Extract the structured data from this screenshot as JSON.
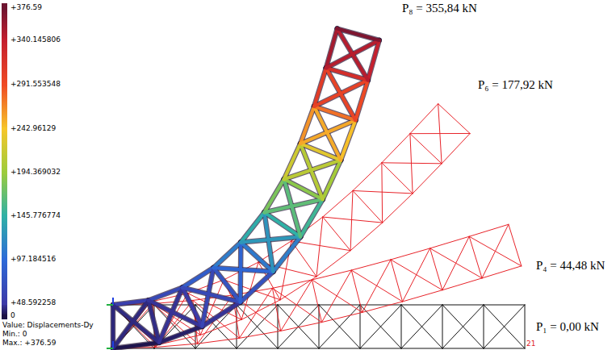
{
  "diagram": {
    "labels": [
      "Value: Displacements-Dy",
      "Min.: 0",
      "Max.: +376.59",
      "P₈ = 355,84 kN",
      "P₆ = 177,92 kN",
      "P₄ = 44,48 kN",
      "P₁ = 0,00 kN",
      "21"
    ],
    "legend": [
      {
        "text": "+376.59",
        "color": "#6e1430"
      },
      {
        "text": "+340.145806",
        "color": "#c41f2e"
      },
      {
        "text": "+291.553548",
        "color": "#ef4a24"
      },
      {
        "text": "+242.96129",
        "color": "#f6c62a"
      },
      {
        "text": "+194.369032",
        "color": "#9ccc3c"
      },
      {
        "text": "+145.776774",
        "color": "#2fb1a6"
      },
      {
        "text": "+97.184516",
        "color": "#2d6ad8"
      },
      {
        "text": "+48.592258",
        "color": "#3c3aa8"
      },
      {
        "text": "0",
        "color": "#1c1246"
      }
    ]
  }
}
